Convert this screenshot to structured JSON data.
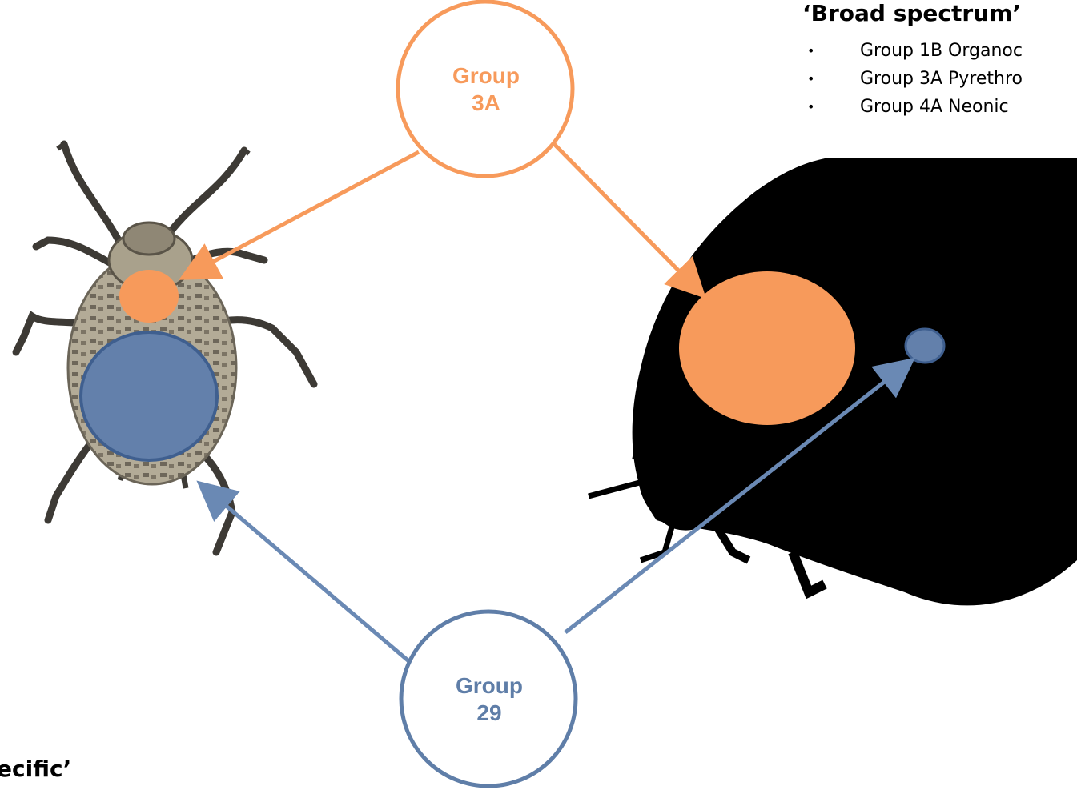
{
  "broad_spectrum": {
    "title": "‘Broad spectrum’",
    "items": [
      "Group 1B Organoc",
      "Group 3A Pyrethro",
      "Group 4A Neonic"
    ]
  },
  "specific": {
    "title": "pecific’"
  },
  "nodes": {
    "top": {
      "line1": "Group",
      "line2": "3A"
    },
    "bottom": {
      "line1": "Group",
      "line2": "29"
    }
  },
  "colors": {
    "orange": "#f79a5b",
    "blue": "#5f7ea8",
    "node_blue_stroke": "#4a6a96",
    "beetle": "#000000",
    "aphid_body": "#a59e8c"
  },
  "icons": [
    "aphid-illustration",
    "beetle-silhouette"
  ]
}
